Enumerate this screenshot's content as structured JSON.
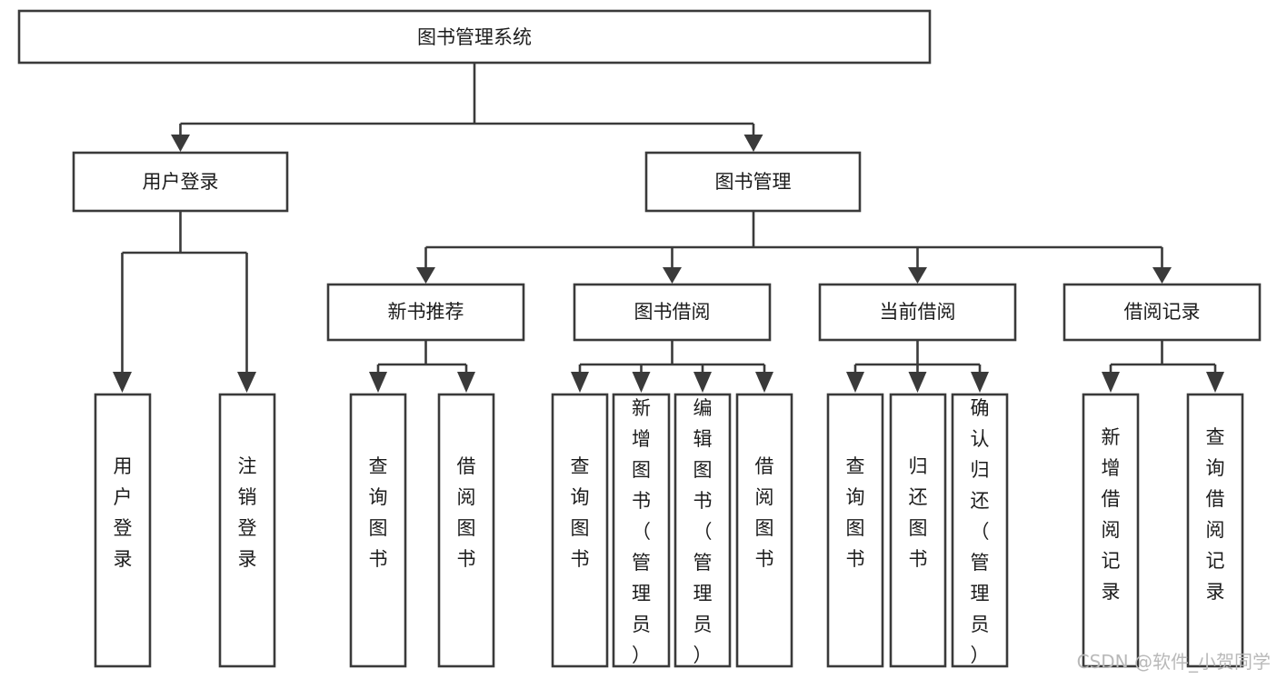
{
  "diagram": {
    "type": "tree",
    "title": "图书管理系统",
    "watermark": "CSDN @软件_小贺同学",
    "colors": {
      "box_stroke": "#3a3a3a",
      "box_fill": "#ffffff",
      "connector": "#3a3a3a",
      "text": "#1c1c1c",
      "watermark": "#b9b9b9",
      "background": "#ffffff"
    },
    "levels": {
      "root": {
        "label": "图书管理系统"
      },
      "level2": [
        {
          "label": "用户登录"
        },
        {
          "label": "图书管理"
        }
      ],
      "level3": [
        {
          "label": "新书推荐"
        },
        {
          "label": "图书借阅"
        },
        {
          "label": "当前借阅"
        },
        {
          "label": "借阅记录"
        }
      ],
      "leaves": [
        {
          "label": "用户登录",
          "parent": "用户登录"
        },
        {
          "label": "注销登录",
          "parent": "用户登录"
        },
        {
          "label": "查询图书",
          "parent": "新书推荐"
        },
        {
          "label": "借阅图书",
          "parent": "新书推荐"
        },
        {
          "label": "查询图书",
          "parent": "图书借阅"
        },
        {
          "label": "新增图书（管理员）",
          "parent": "图书借阅"
        },
        {
          "label": "编辑图书（管理员）",
          "parent": "图书借阅"
        },
        {
          "label": "借阅图书",
          "parent": "图书借阅"
        },
        {
          "label": "查询图书",
          "parent": "当前借阅"
        },
        {
          "label": "归还图书",
          "parent": "当前借阅"
        },
        {
          "label": "确认归还（管理员）",
          "parent": "当前借阅"
        },
        {
          "label": "新增借阅记录",
          "parent": "借阅记录"
        },
        {
          "label": "查询借阅记录",
          "parent": "借阅记录"
        }
      ]
    }
  }
}
